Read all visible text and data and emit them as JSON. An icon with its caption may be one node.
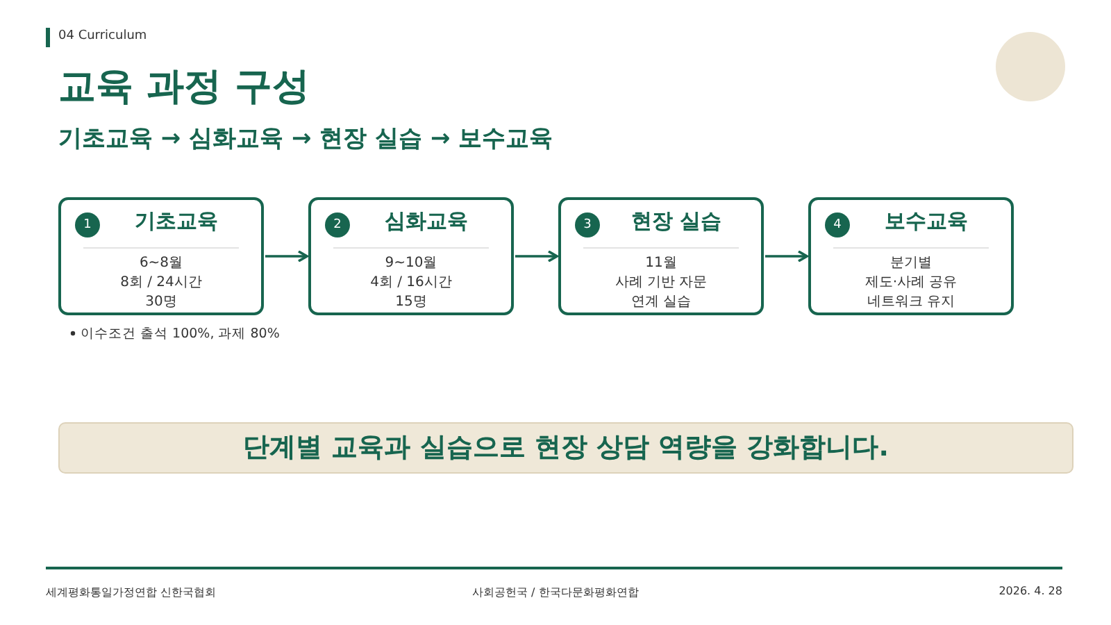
{
  "diagram": {
    "title": "교육 과정 구성",
    "nodes": [
      {
        "text": [
          "1",
          "기초교육",
          "6~8월",
          "8회 / 24시간",
          "30명"
        ]
      },
      {
        "text": [
          "2",
          "심화교육",
          "9~10월",
          "4회 / 16시간",
          "15명"
        ]
      },
      {
        "text": [
          "3",
          "현장 실습",
          "11월",
          "사례 기반 자문",
          "연계 실습"
        ]
      },
      {
        "text": [
          "4",
          "보수교육",
          "분기별",
          "제도·사례 공유",
          "네트워크 유지"
        ]
      },
      {
        "text": [
          "단계별 교육과 실습으로 현장 상담 역량을 강화합니다."
        ]
      }
    ],
    "edges": [
      {
        "from": 0,
        "to": 1,
        "arrow": "to"
      },
      {
        "from": 1,
        "to": 2,
        "arrow": "to"
      },
      {
        "from": 2,
        "to": 3,
        "arrow": "to"
      }
    ],
    "labels": [
      "04 Curriculum",
      "기초교육 → 심화교육 → 현장 실습 → 보수교육",
      "이수조건 출석 100%, 과제 80%",
      "세계평화통일가정연합 신한국협회",
      "사회공헌국 / 한국다문화평화연합",
      "2026. 4. 28"
    ]
  }
}
